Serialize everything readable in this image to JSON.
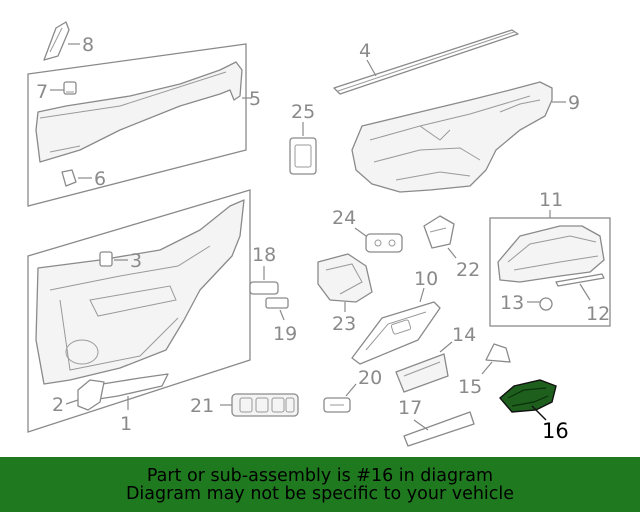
{
  "callouts": {
    "c1": "1",
    "c2": "2",
    "c3": "3",
    "c4": "4",
    "c5": "5",
    "c6": "6",
    "c7": "7",
    "c8": "8",
    "c9": "9",
    "c10": "10",
    "c11": "11",
    "c12": "12",
    "c13": "13",
    "c14": "14",
    "c15": "15",
    "c16": "16",
    "c17": "17",
    "c18": "18",
    "c19": "19",
    "c20": "20",
    "c21": "21",
    "c22": "22",
    "c23": "23",
    "c24": "24",
    "c25": "25"
  },
  "highlight_part": "16",
  "colors": {
    "banner": "#1f7a1f",
    "line_art": "#8a8a8a",
    "highlight_part": "#1e5f1e"
  },
  "banner": {
    "line1": "Part or sub-assembly is #16 in diagram",
    "line2": "Diagram may not be specific to your vehicle"
  }
}
